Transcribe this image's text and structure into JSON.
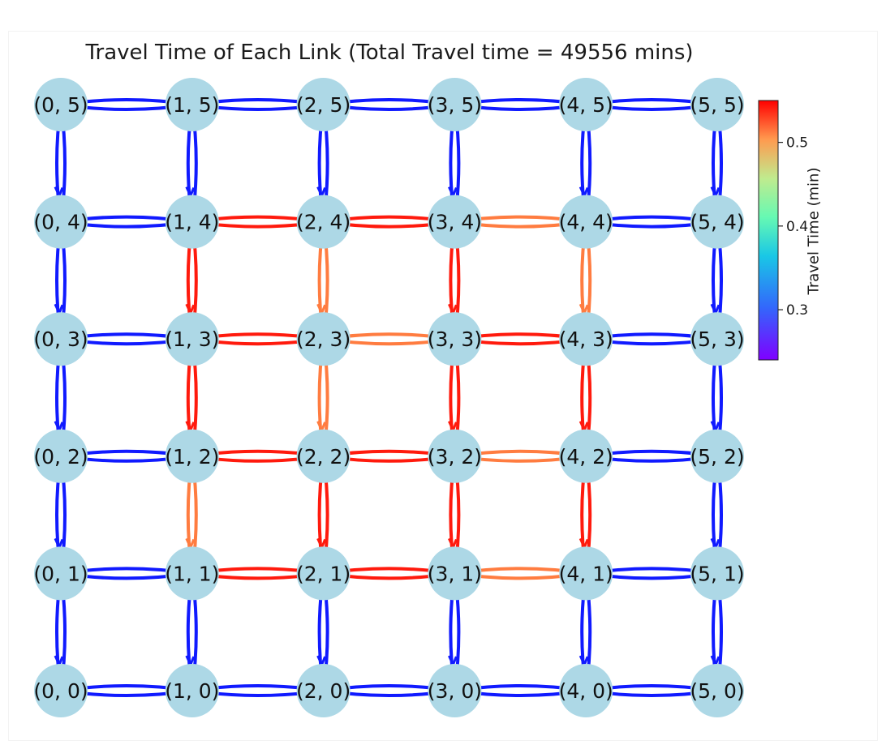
{
  "title": "Travel Time of Each Link (Total Travel time = 49556 mins)",
  "colorbar": {
    "label": "Travel Time (min)",
    "ticks": [
      "0.5",
      "0.4",
      "0.3"
    ],
    "tick_values": [
      0.5,
      0.4,
      0.3
    ],
    "range": [
      0.24,
      0.55
    ],
    "colormap": "rainbow"
  },
  "node_color": "#add8e6",
  "grid": {
    "cols": 6,
    "rows": 6
  },
  "nodes": [
    "(0, 0)",
    "(1, 0)",
    "(2, 0)",
    "(3, 0)",
    "(4, 0)",
    "(5, 0)",
    "(0, 1)",
    "(1, 1)",
    "(2, 1)",
    "(3, 1)",
    "(4, 1)",
    "(5, 1)",
    "(0, 2)",
    "(1, 2)",
    "(2, 2)",
    "(3, 2)",
    "(4, 2)",
    "(5, 2)",
    "(0, 3)",
    "(1, 3)",
    "(2, 3)",
    "(3, 3)",
    "(4, 3)",
    "(5, 3)",
    "(0, 4)",
    "(1, 4)",
    "(2, 4)",
    "(3, 4)",
    "(4, 4)",
    "(5, 4)",
    "(0, 5)",
    "(1, 5)",
    "(2, 5)",
    "(3, 5)",
    "(4, 5)",
    "(5, 5)"
  ],
  "links_horizontal": [
    {
      "row": 5,
      "times": [
        0.25,
        0.25,
        0.25,
        0.25,
        0.25
      ]
    },
    {
      "row": 4,
      "times": [
        0.25,
        0.54,
        0.54,
        0.5,
        0.25
      ]
    },
    {
      "row": 3,
      "times": [
        0.25,
        0.54,
        0.5,
        0.54,
        0.25
      ]
    },
    {
      "row": 2,
      "times": [
        0.25,
        0.54,
        0.54,
        0.5,
        0.25
      ]
    },
    {
      "row": 1,
      "times": [
        0.25,
        0.54,
        0.54,
        0.5,
        0.25
      ]
    },
    {
      "row": 0,
      "times": [
        0.25,
        0.25,
        0.25,
        0.25,
        0.25
      ]
    }
  ],
  "links_vertical": [
    {
      "col": 0,
      "times": [
        0.25,
        0.25,
        0.25,
        0.25,
        0.25
      ]
    },
    {
      "col": 1,
      "times": [
        0.25,
        0.5,
        0.54,
        0.54,
        0.25
      ]
    },
    {
      "col": 2,
      "times": [
        0.25,
        0.54,
        0.5,
        0.5,
        0.25
      ]
    },
    {
      "col": 3,
      "times": [
        0.25,
        0.54,
        0.54,
        0.54,
        0.25
      ]
    },
    {
      "col": 4,
      "times": [
        0.25,
        0.54,
        0.54,
        0.5,
        0.25
      ]
    },
    {
      "col": 5,
      "times": [
        0.25,
        0.25,
        0.25,
        0.25,
        0.25
      ]
    }
  ]
}
